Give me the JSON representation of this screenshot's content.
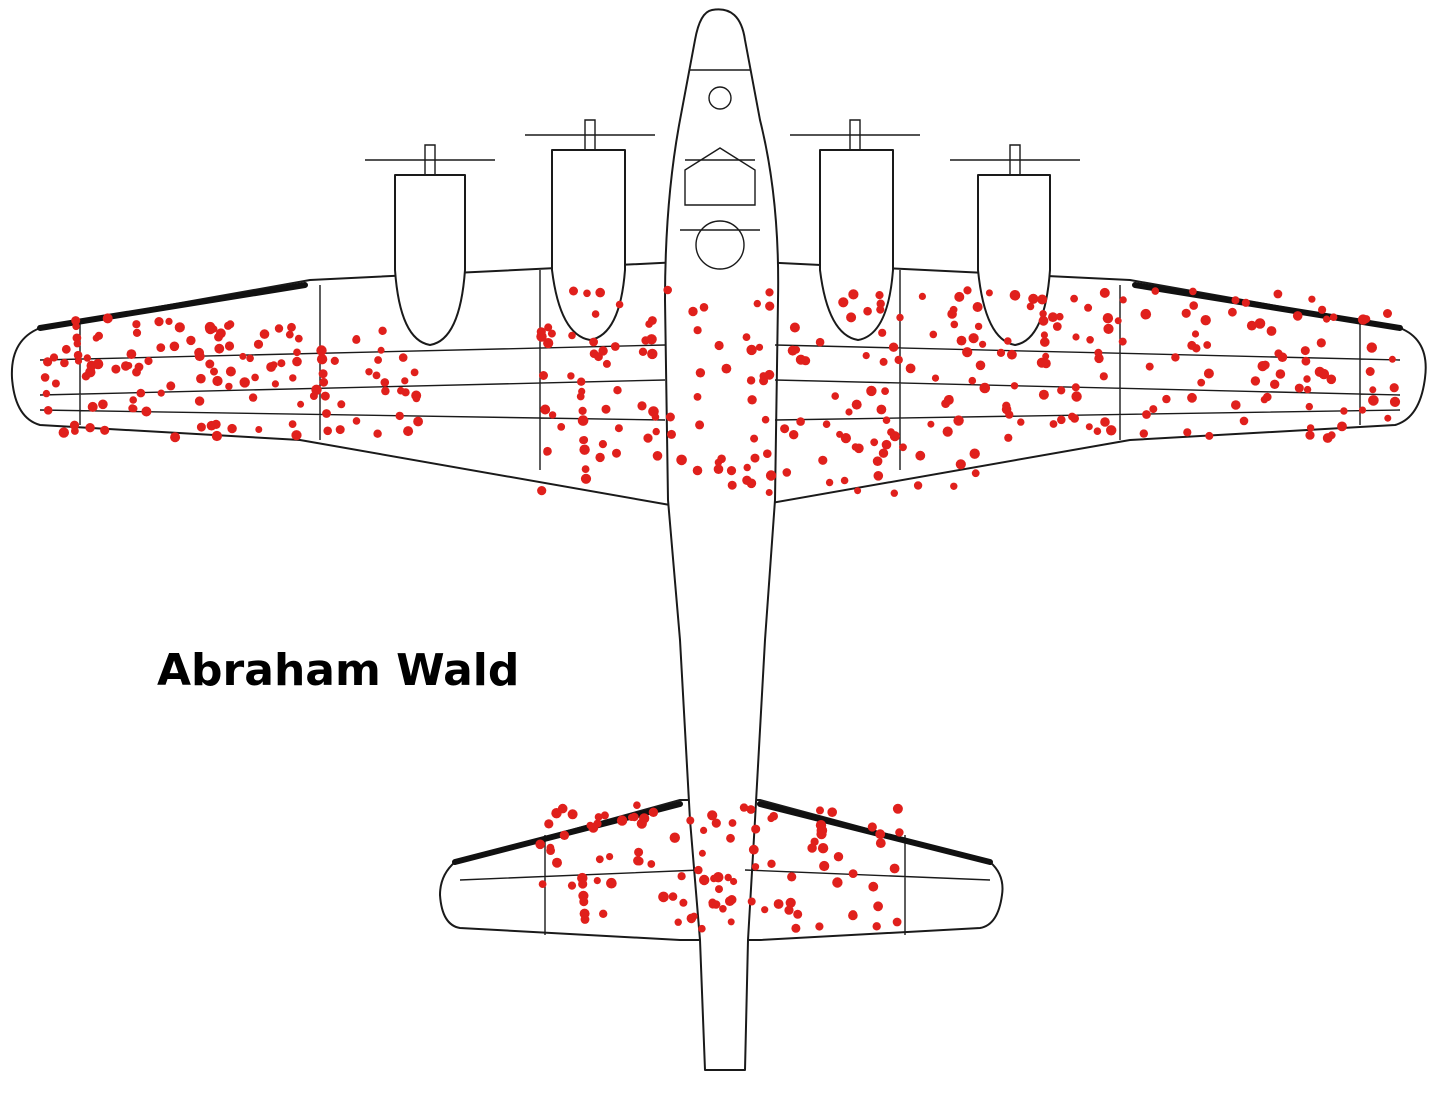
{
  "caption": "Abraham Wald",
  "colors": {
    "hit_marker": "#e0201c",
    "outline": "#1a1a1a",
    "background": "#ffffff"
  },
  "icons": [
    "bomber-aircraft-outline",
    "bullet-hole-marker"
  ],
  "damage_regions": [
    {
      "name": "left-wing",
      "hits": 130
    },
    {
      "name": "center-fuselage",
      "hits": 170
    },
    {
      "name": "right-wing",
      "hits": 120
    },
    {
      "name": "tail-stabilizers",
      "hits": 110
    }
  ]
}
